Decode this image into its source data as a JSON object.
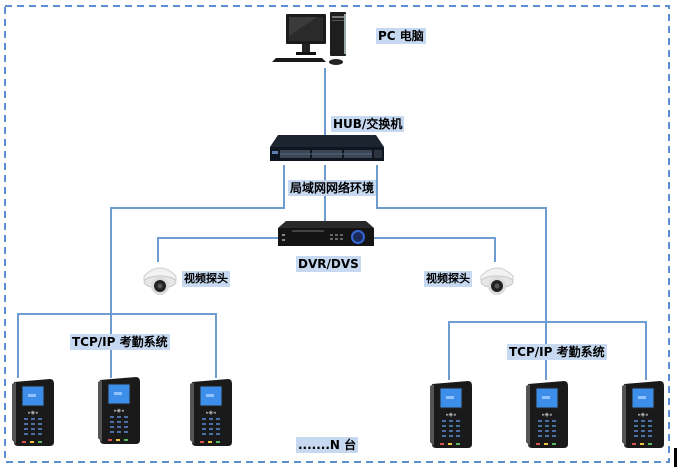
{
  "diagram": {
    "title": "TCP/IP 考勤系统网络拓扑",
    "colors": {
      "line": "#6f9bd1",
      "border_dash": "#5b8fd0",
      "label_bg": "#c6d9f1",
      "device_body": "#1a1a1a",
      "screen": "#3d8ee8"
    },
    "nodes": {
      "pc": {
        "label": "PC 电脑",
        "icon": "desktop-computer-icon"
      },
      "hub": {
        "label": "HUB/交换机",
        "icon": "network-switch-icon"
      },
      "lan": {
        "label": "局域网网络环境"
      },
      "dvr": {
        "label": "DVR/DVS",
        "icon": "dvr-recorder-icon"
      },
      "camera_left": {
        "label": "视频探头",
        "icon": "dome-camera-icon"
      },
      "camera_right": {
        "label": "视频探头",
        "icon": "dome-camera-icon"
      },
      "group_left": {
        "label": "TCP/IP 考勤系统",
        "terminals": 3,
        "icon": "attendance-terminal-icon"
      },
      "group_right": {
        "label": "TCP/IP 考勤系统",
        "terminals": 3,
        "icon": "attendance-terminal-icon"
      },
      "more": {
        "label": ".......N 台"
      }
    }
  }
}
